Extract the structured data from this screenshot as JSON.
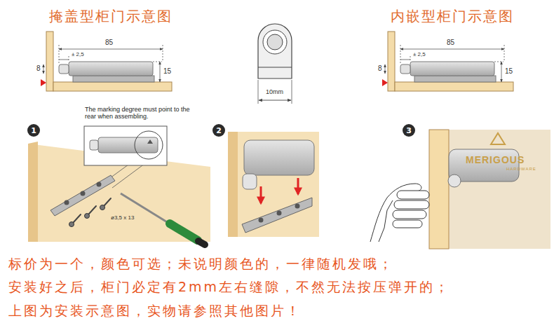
{
  "diagram": {
    "nodes": [
      {
        "text": [
          "1"
        ]
      },
      {
        "text": [
          "2"
        ]
      },
      {
        "text": [
          "3"
        ]
      }
    ],
    "labels": [
      "掩盖型柜门示意图",
      "85",
      "± 2,5",
      "8",
      "15",
      "10mm",
      "内嵌型柜门示意图",
      "85",
      "± 2,5",
      "8",
      "15",
      "The marking degree must point to the rear when assembling.",
      "ø3,5 x 13",
      "MERIGOUS",
      "HARDWARE",
      "标价为一个，颜色可选；未说明颜色的，一律随机发哦；",
      "安装好之后，柜门必定有2mm左右缝隙，不然无法按压弹开的；",
      "上图为安装示意图，实物请参照其他图片！"
    ]
  }
}
